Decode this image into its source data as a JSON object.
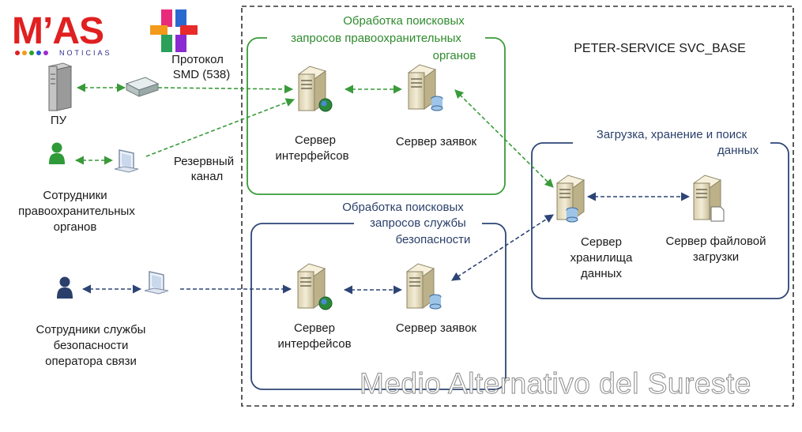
{
  "logo": {
    "brand": "M’AS",
    "sub": "NOTICIAS"
  },
  "system": {
    "title": "PETER-SERVICE SVC_BASE"
  },
  "groups": {
    "law": {
      "title_lines": [
        "Обработка поисковых",
        "запросов правоохранительных",
        "органов"
      ]
    },
    "security": {
      "title_lines": [
        "Обработка поисковых",
        "запросов службы",
        "безопасности"
      ]
    },
    "storage": {
      "title_lines": [
        "Загрузка, хранение и поиск",
        "данных"
      ]
    }
  },
  "nodes": {
    "pu": {
      "label": "ПУ"
    },
    "protocol": {
      "lines": [
        "Протокол",
        "SMD (538)"
      ]
    },
    "reserve": {
      "lines": [
        "Резервный",
        "канал"
      ]
    },
    "law_staff": {
      "lines": [
        "Сотрудники",
        "правоохранительных",
        "органов"
      ]
    },
    "sec_staff": {
      "lines": [
        "Сотрудники службы",
        "безопасности",
        "оператора связи"
      ]
    },
    "law_iface": {
      "lines": [
        "Сервер",
        "интерфейсов"
      ]
    },
    "law_req": {
      "lines": [
        "Сервер заявок"
      ]
    },
    "sec_iface": {
      "lines": [
        "Сервер",
        "интерфейсов"
      ]
    },
    "sec_req": {
      "lines": [
        "Сервер заявок"
      ]
    },
    "storage_srv": {
      "lines": [
        "Сервер",
        "хранилища",
        "данных"
      ]
    },
    "file_srv": {
      "lines": [
        "Сервер файловой",
        "загрузки"
      ]
    }
  },
  "watermark": "Medio Alternativo del Sureste",
  "colors": {
    "green": "#2e8b2e",
    "blue": "#2a3f6a",
    "line_green": "#3a9a3a",
    "line_blue": "#2d4575"
  }
}
